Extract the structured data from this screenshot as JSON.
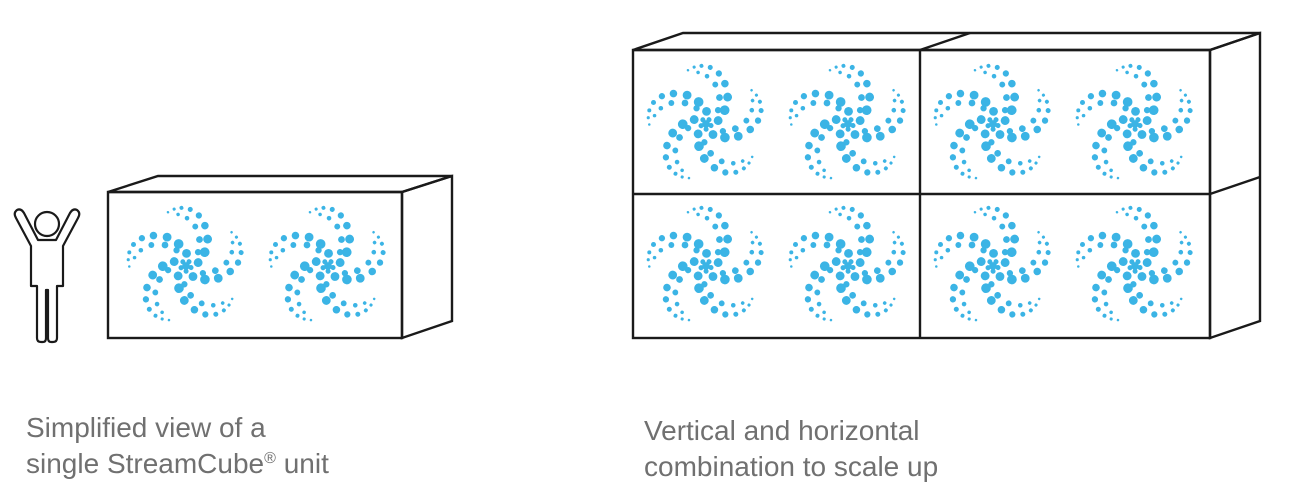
{
  "colors": {
    "outline": "#1a1a1a",
    "fan_dots": "#3bb4e5",
    "caption": "#707070",
    "background": "#ffffff"
  },
  "icons": {
    "person": "person-arms-raised-icon",
    "fan": "spiral-fan-icon"
  },
  "single_unit": {
    "caption_line1": "Simplified view of a",
    "caption_line2_prefix": "single StreamCube",
    "caption_line2_mark": "®",
    "caption_line2_suffix": " unit",
    "fans_per_unit": 2
  },
  "scaled_array": {
    "caption_line1": "Vertical and horizontal",
    "caption_line2": "combination to scale up",
    "rows": 2,
    "columns": 2,
    "fans_per_unit": 2
  }
}
